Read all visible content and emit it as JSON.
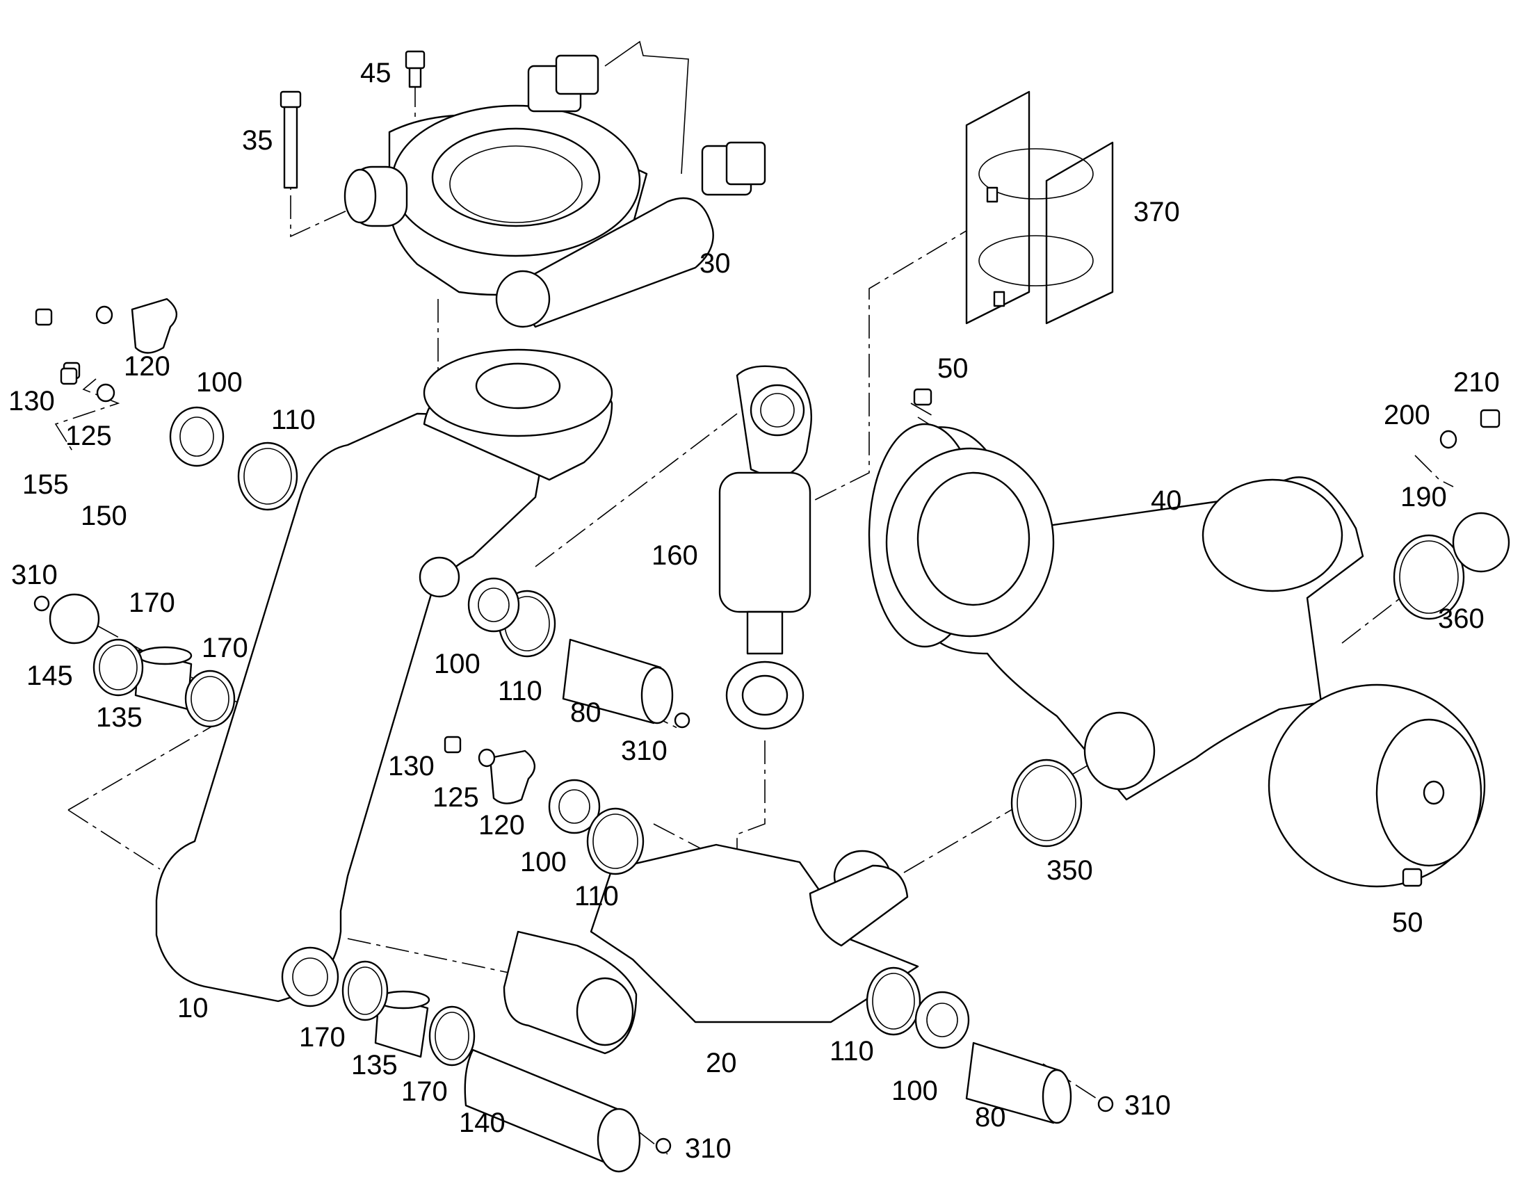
{
  "labels": {
    "l35": "35",
    "l45": "45",
    "l30": "30",
    "l370": "370",
    "l120a": "120",
    "l130a": "130",
    "l100a": "100",
    "l125a": "125",
    "l110a": "110",
    "l155": "155",
    "l150": "150",
    "l310a": "310",
    "l170a": "170",
    "l145": "145",
    "l170b": "170",
    "l135a": "135",
    "l50a": "50",
    "l210": "210",
    "l200": "200",
    "l40": "40",
    "l190": "190",
    "l360": "360",
    "l160": "160",
    "l100b": "100",
    "l110b": "110",
    "l80a": "80",
    "l310b": "310",
    "l130b": "130",
    "l125b": "125",
    "l120b": "120",
    "l100c": "100",
    "l110c": "110",
    "l350": "350",
    "l50b": "50",
    "l10": "10",
    "l170c": "170",
    "l135b": "135",
    "l170d": "170",
    "l140": "140",
    "l310c": "310",
    "l20": "20",
    "l110d": "110",
    "l100d": "100",
    "l80b": "80",
    "l310d": "310"
  }
}
